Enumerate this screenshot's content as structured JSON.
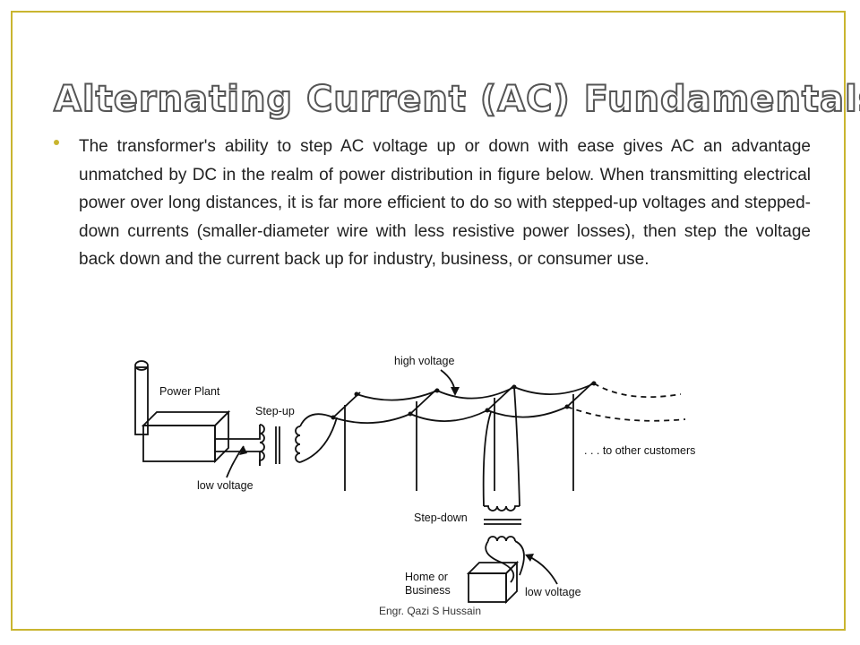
{
  "slide": {
    "title": "Alternating Current (AC) Fundamentals",
    "bullet": "The transformer's ability to step AC voltage up or down with ease gives AC an advantage unmatched by DC in the realm of power distribution in figure below. When transmitting electrical power over long distances, it is far more efficient to do so with stepped-up voltages and stepped-down currents (smaller-diameter wire with less resistive power losses), then step the voltage back down and the current back up for industry, business, or consumer use.",
    "footer": "Engr. Qazi S Hussain",
    "accent_color": "#c9b52f"
  },
  "diagram": {
    "labels": {
      "power_plant": "Power Plant",
      "step_up": "Step-up",
      "high_voltage": "high voltage",
      "low_voltage_left": "low voltage",
      "to_other_customers": ". . . to other customers",
      "step_down": "Step-down",
      "home_line1": "Home or",
      "home_line2": "Business",
      "low_voltage_right": "low voltage"
    }
  }
}
